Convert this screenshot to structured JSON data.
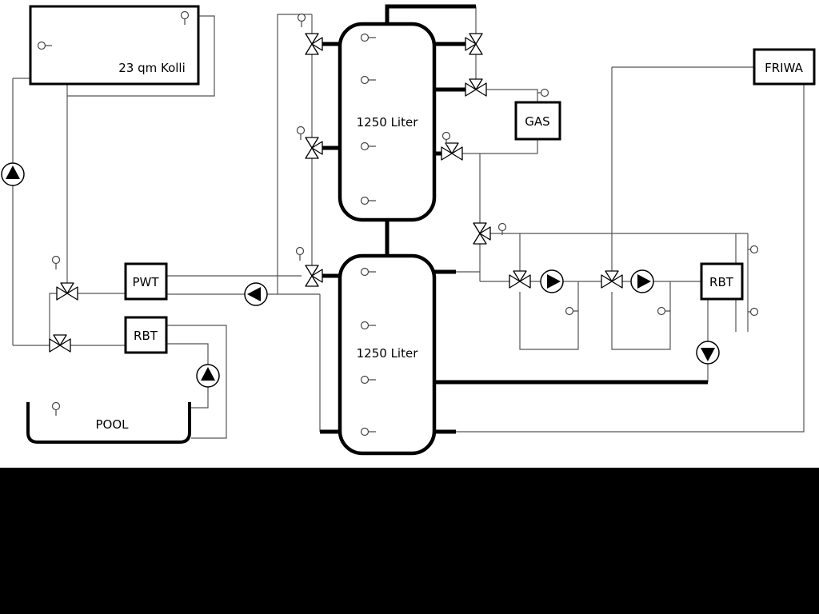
{
  "page": {
    "background": "#ffffff",
    "footer_color": "#000000",
    "line_color": "#555555",
    "pipe_color": "#000000"
  },
  "diagram": {
    "labels": {
      "collector": "23 qm Kolli",
      "upper_tank": "1250 Liter",
      "lower_tank": "1250 Liter",
      "gas": "GAS",
      "friwa": "FRIWA",
      "pwt": "PWT",
      "rbt_pool": "RBT",
      "rbt_right": "RBT",
      "pool": "POOL"
    },
    "components": {
      "tanks": [
        {
          "name": "upper-buffer-tank",
          "label": "1250 Liter"
        },
        {
          "name": "lower-buffer-tank",
          "label": "1250 Liter"
        }
      ],
      "boxes": [
        "solar-collector",
        "gas-boiler",
        "friwa-station",
        "pwt-heat-exchanger",
        "pool-rbt-heat-exchanger",
        "right-rbt-heat-exchanger",
        "pool-basin"
      ],
      "pumps": [
        {
          "name": "solar-pump",
          "direction": "up"
        },
        {
          "name": "pwt-charge-pump",
          "direction": "left"
        },
        {
          "name": "pool-filter-pump",
          "direction": "up"
        },
        {
          "name": "heating-circuit-1-pump",
          "direction": "right"
        },
        {
          "name": "heating-circuit-2-pump",
          "direction": "right"
        },
        {
          "name": "rbt-return-pump",
          "direction": "down"
        }
      ],
      "valves": [
        "pwt-mixing-valve",
        "pool-mixing-valve",
        "tank1-top-left-valve",
        "tank1-mid-left-valve",
        "tank2-top-left-valve",
        "tank1-top-right-valve",
        "gas-flow-valve",
        "gas-return-valve",
        "distribution-valve",
        "heating-circuit-1-valve",
        "heating-circuit-2-valve"
      ],
      "sensor_count": 22
    }
  }
}
